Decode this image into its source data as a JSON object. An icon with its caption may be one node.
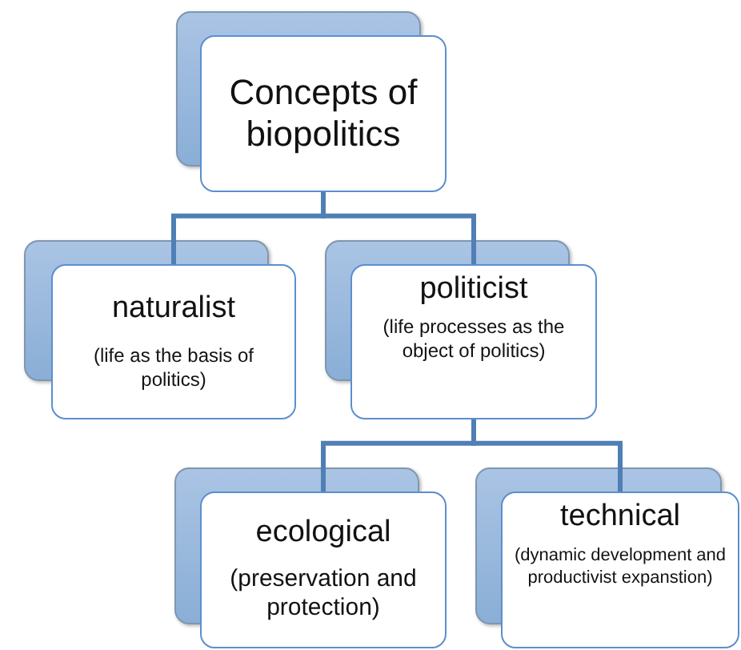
{
  "diagram": {
    "nodes": [
      {
        "text": [
          "Concepts of biopolitics"
        ]
      },
      {
        "text": [
          "naturalist",
          "(life as the basis of politics)"
        ]
      },
      {
        "text": [
          "politicist",
          "(life processes as the object of politics)"
        ]
      },
      {
        "text": [
          "ecological",
          "(preservation and protection)"
        ]
      },
      {
        "text": [
          "technical",
          "(dynamic development and productivist expanstion)"
        ]
      }
    ],
    "edges": [
      {
        "from": 0,
        "to": 1,
        "arrow": "none"
      },
      {
        "from": 0,
        "to": 2,
        "arrow": "none"
      },
      {
        "from": 2,
        "to": 3,
        "arrow": "none"
      },
      {
        "from": 2,
        "to": 4,
        "arrow": "none"
      }
    ]
  }
}
